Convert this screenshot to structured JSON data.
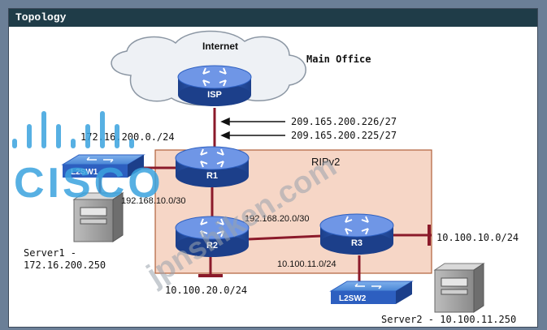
{
  "window": {
    "title": "Topology"
  },
  "cloud": {
    "label": "Internet"
  },
  "site": {
    "label": "Main Office"
  },
  "routing_area": {
    "label": "RIPv2"
  },
  "routers": {
    "isp": "ISP",
    "r1": "R1",
    "r2": "R2",
    "r3": "R3"
  },
  "switches": {
    "sw1": "L2SW1",
    "sw2": "L2SW2"
  },
  "servers": {
    "server1_line1": "Server1 -",
    "server1_line2": "172.16.200.250",
    "server2": "Server2 - 10.100.11.250"
  },
  "networks": {
    "wan_isp": "209.165.200.226/27",
    "wan_r1": "209.165.200.225/27",
    "lan_sw1": "172.16.200.0./24",
    "r1_r2": "192.168.10.0/30",
    "r2_r3": "192.168.20.0/30",
    "r3_lan": "10.100.10.0/24",
    "r3_sw2": "10.100.11.0/24",
    "r2_lan": "10.100.20.0/24"
  },
  "watermarks": {
    "cisco": "CISCO",
    "site": "jpnshiken.com"
  },
  "colors": {
    "link": "#8b1a2a",
    "router_body": "#2d5fc0",
    "router_top": "#6f96e6",
    "area_fill": "#f6d6c6",
    "area_border": "#b0603a",
    "cloud_fill": "#eef1f5",
    "watermark_cisco": "#3aa3df"
  }
}
